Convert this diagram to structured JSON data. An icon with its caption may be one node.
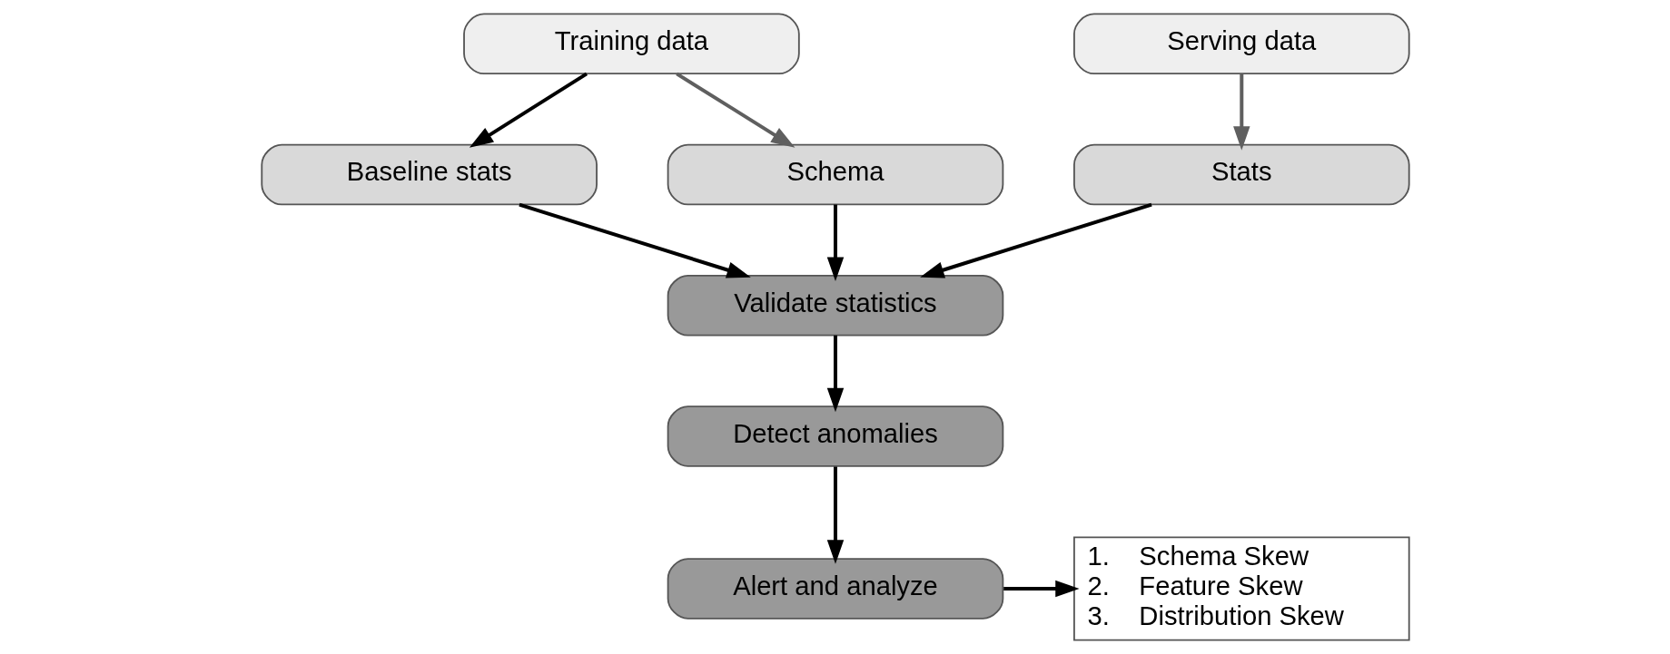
{
  "diagram": {
    "nodes": [
      {
        "text": [
          "Training data"
        ]
      },
      {
        "text": [
          "Serving data"
        ]
      },
      {
        "text": [
          "Baseline stats"
        ]
      },
      {
        "text": [
          "Schema"
        ]
      },
      {
        "text": [
          "Stats"
        ]
      },
      {
        "text": [
          "Validate statistics"
        ]
      },
      {
        "text": [
          "Detect anomalies"
        ]
      },
      {
        "text": [
          "Alert and analyze"
        ]
      },
      {
        "text": [
          "1.    Schema Skew",
          "2.    Feature Skew",
          "3.    Distribution Skew"
        ]
      }
    ],
    "edges": [
      {
        "from": 0,
        "to": 2,
        "arrow": "to"
      },
      {
        "from": 0,
        "to": 3,
        "arrow": "to",
        "color": "#5f5f5f"
      },
      {
        "from": 1,
        "to": 4,
        "arrow": "to",
        "color": "#5f5f5f"
      },
      {
        "from": 2,
        "to": 5,
        "arrow": "to"
      },
      {
        "from": 3,
        "to": 5,
        "arrow": "to"
      },
      {
        "from": 4,
        "to": 5,
        "arrow": "to"
      },
      {
        "from": 5,
        "to": 6,
        "arrow": "to"
      },
      {
        "from": 6,
        "to": 7,
        "arrow": "to"
      },
      {
        "from": 7,
        "to": 8,
        "arrow": "to"
      }
    ]
  }
}
